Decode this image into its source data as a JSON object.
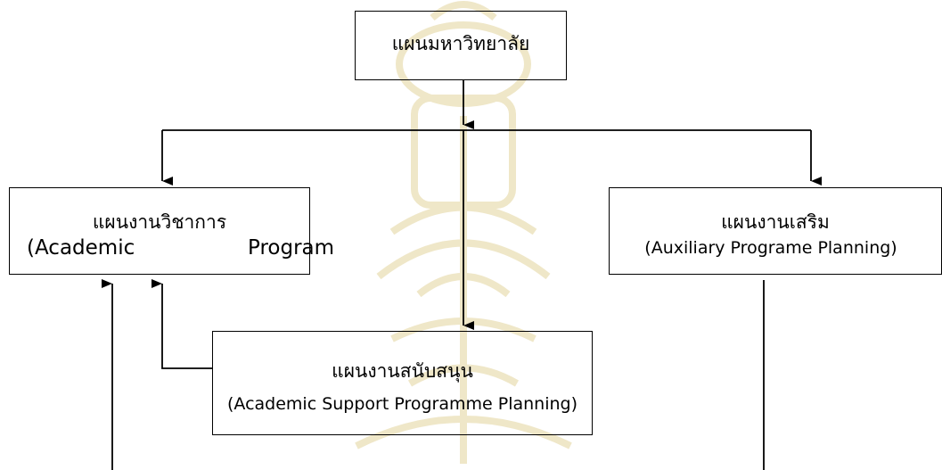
{
  "diagram": {
    "top_box": {
      "label": "แผนมหาวิทยาลัย"
    },
    "academic_box": {
      "label_th": "แผนงานวิชาการ",
      "label_en_part1": "(Academic",
      "label_en_part2": "Program"
    },
    "auxiliary_box": {
      "label_th": "แผนงานเสริม",
      "label_en": "(Auxiliary Programe Planning)"
    },
    "support_box": {
      "label_th": "แผนงานสนับสนุน",
      "label_en": "(Academic Support Programme Planning)"
    },
    "colors": {
      "line": "#000000",
      "watermark": "#efe7c8"
    }
  }
}
